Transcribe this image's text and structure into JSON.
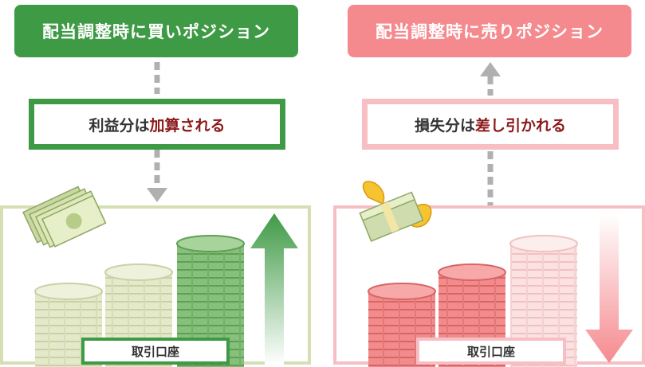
{
  "left": {
    "header": "配当調整時に買いポジション",
    "message_prefix": "利益分は",
    "message_emphasis": "加算される",
    "account_label": "取引口座",
    "header_color": "#3f9a46",
    "emphasis_color": "#8b1a1a",
    "frame_color": "#d5dfb4",
    "arrow_color": "#3f9a46",
    "arrow_direction": "up",
    "connector_arrow": "down",
    "icons": [
      "cash-bundle-icon",
      "coin-stack-icon",
      "up-arrow-icon"
    ]
  },
  "right": {
    "header": "配当調整時に売りポジション",
    "message_prefix": "損失分は",
    "message_emphasis": "差し引かれる",
    "account_label": "取引口座",
    "header_color": "#f58a8e",
    "emphasis_color": "#8b1a1a",
    "frame_color": "#f7bfc3",
    "arrow_color": "#f58a8e",
    "arrow_direction": "down",
    "connector_arrow": "up",
    "icons": [
      "winged-money-icon",
      "coin-stack-icon",
      "down-arrow-icon"
    ]
  }
}
